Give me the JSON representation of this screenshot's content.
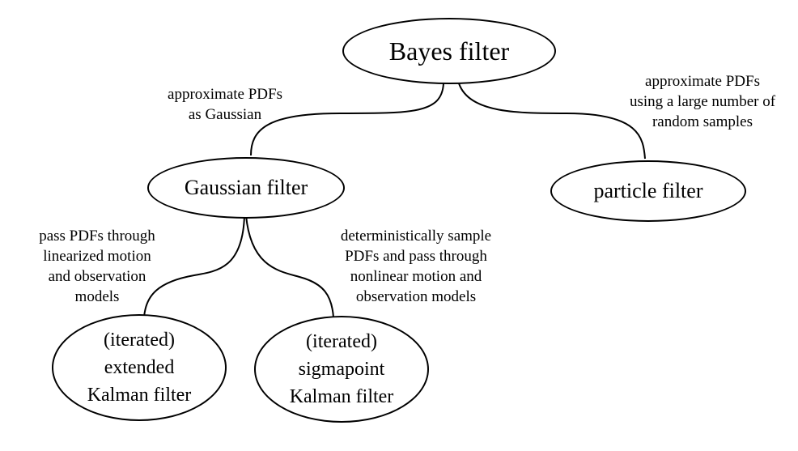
{
  "nodes": {
    "bayes": {
      "label": "Bayes filter"
    },
    "gaussian": {
      "label": "Gaussian filter"
    },
    "particle": {
      "label": "particle filter"
    },
    "ekf": {
      "lines": [
        "(iterated)",
        "extended",
        "Kalman filter"
      ]
    },
    "spkf": {
      "lines": [
        "(iterated)",
        "sigmapoint",
        "Kalman filter"
      ]
    }
  },
  "edge_labels": {
    "bayes_to_gaussian": [
      "approximate PDFs",
      "as Gaussian"
    ],
    "bayes_to_particle": [
      "approximate PDFs",
      "using a large number of",
      "random samples"
    ],
    "gaussian_to_ekf": [
      "pass PDFs through",
      "linearized motion",
      "and observation",
      "models"
    ],
    "gaussian_to_spkf": [
      "deterministically sample",
      "PDFs and pass through",
      "nonlinear motion and",
      "observation models"
    ]
  },
  "colors": {
    "stroke": "#000000",
    "background": "#ffffff"
  }
}
